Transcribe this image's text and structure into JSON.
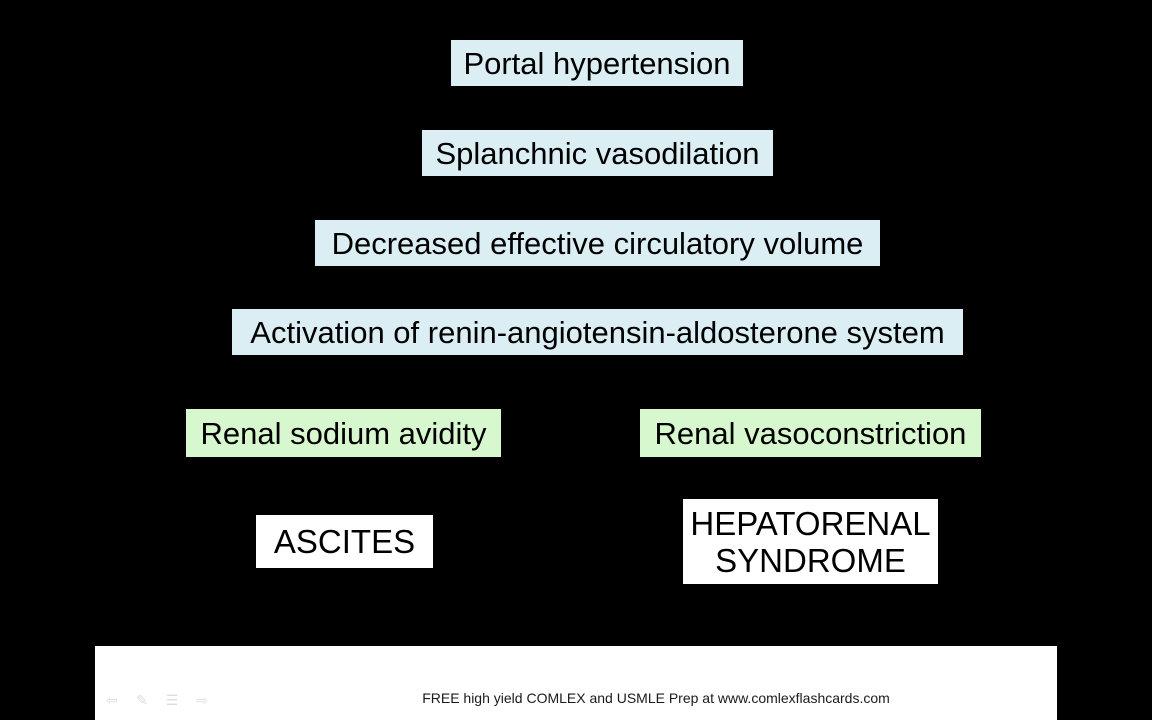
{
  "diagram": {
    "portal": "Portal hypertension",
    "splanchnic": "Splanchnic vasodilation",
    "decreased_volume": "Decreased effective circulatory volume",
    "raas": "Activation of renin-angiotensin-aldosterone system",
    "sodium_avidity": "Renal sodium avidity",
    "vasoconstriction": "Renal vasoconstriction",
    "ascites": "ASCITES",
    "hepatorenal_line1": "HEPATORENAL",
    "hepatorenal_line2": "SYNDROME"
  },
  "footer": {
    "text": "FREE high yield COMLEX and USMLE Prep at www.comlexflashcards.com"
  },
  "colors": {
    "background": "#000000",
    "box_blue": "#daeef3",
    "box_green": "#d7f7cf",
    "box_white": "#ffffff"
  },
  "nav_icons": [
    "back-arrow-icon",
    "pen-icon",
    "menu-icon",
    "forward-arrow-icon"
  ]
}
